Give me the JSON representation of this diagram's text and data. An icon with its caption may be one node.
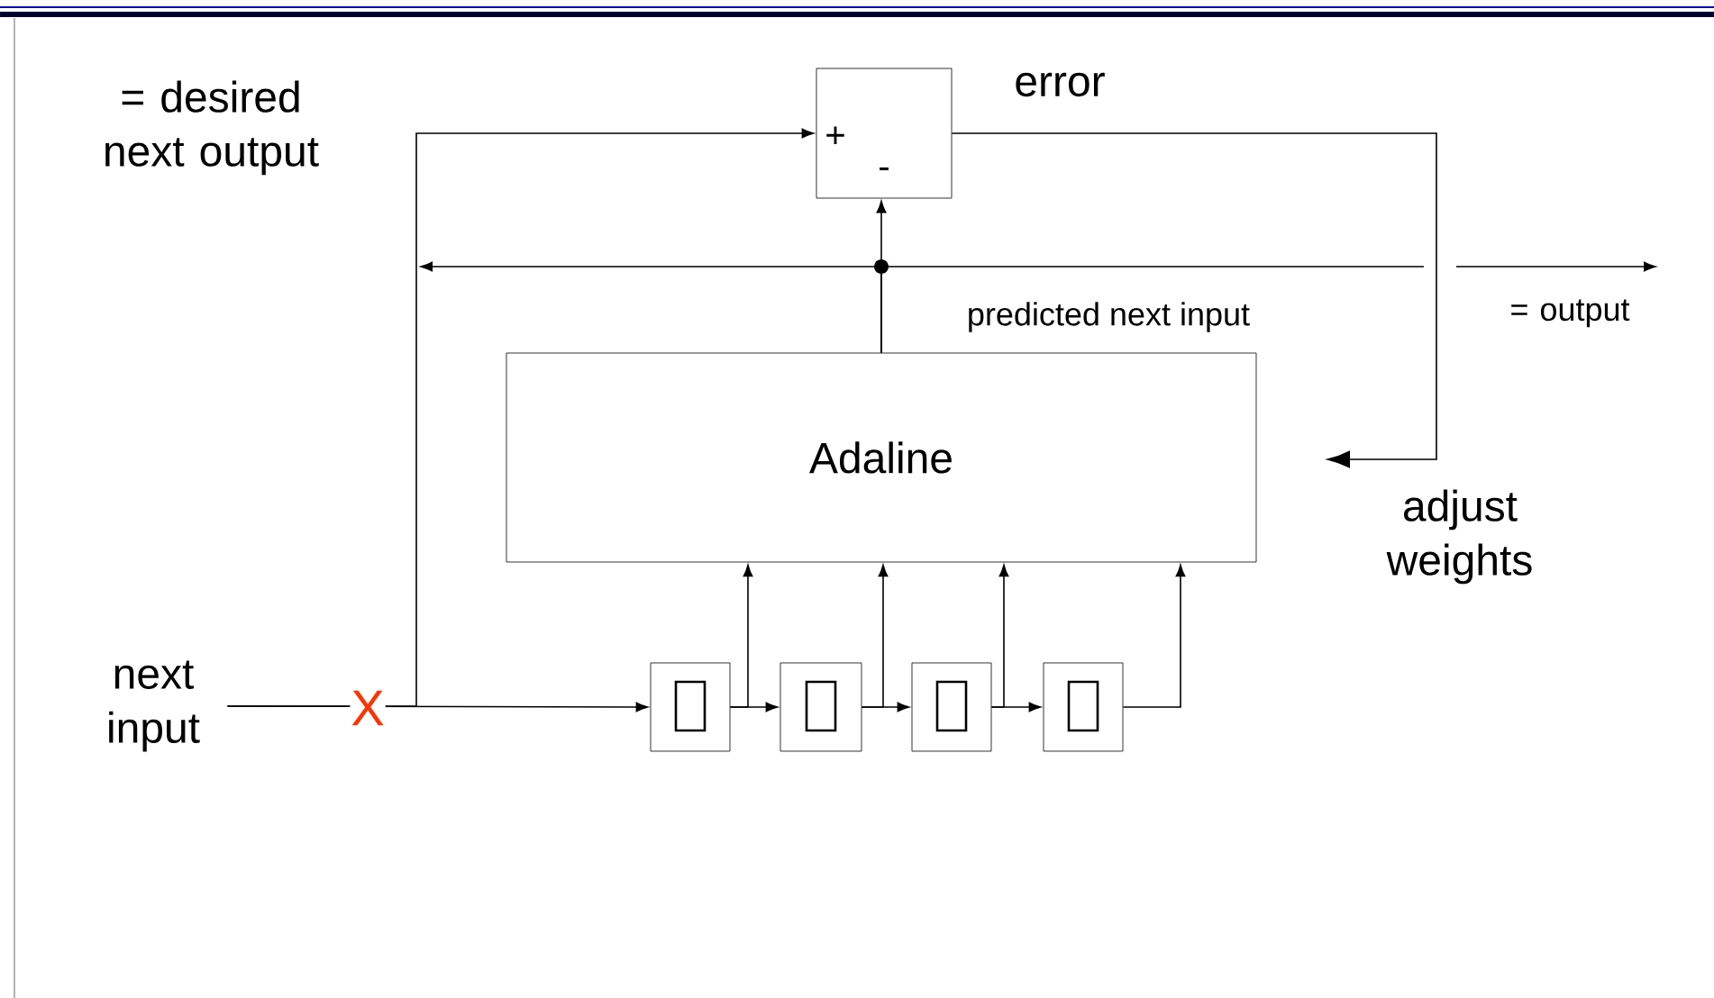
{
  "diagram": {
    "nodes": [
      {
        "text": [
          "+",
          "-"
        ]
      },
      {
        "text": [
          "Adaline"
        ]
      },
      {
        "text": [],
        "shape": "box"
      },
      {
        "text": [],
        "shape": "box"
      },
      {
        "text": [],
        "shape": "box"
      },
      {
        "text": [],
        "shape": "box"
      },
      {
        "text": [
          "next input"
        ]
      }
    ],
    "edges": [
      {
        "from": 6,
        "to": 2,
        "arrow": "to",
        "label": "X"
      },
      {
        "from": 6,
        "to": 0,
        "arrow": "to"
      },
      {
        "from": 2,
        "to": 3,
        "arrow": "to"
      },
      {
        "from": 3,
        "to": 4,
        "arrow": "to"
      },
      {
        "from": 4,
        "to": 5,
        "arrow": "to"
      },
      {
        "from": 2,
        "to": 1,
        "arrow": "to"
      },
      {
        "from": 3,
        "to": 1,
        "arrow": "to"
      },
      {
        "from": 4,
        "to": 1,
        "arrow": "to"
      },
      {
        "from": 5,
        "to": 1,
        "arrow": "to"
      },
      {
        "from": 1,
        "to": 0,
        "arrow": "to",
        "label": "predicted next input"
      },
      {
        "from": 1,
        "to": null,
        "arrow": "to"
      },
      {
        "from": 1,
        "to": null,
        "arrow": "to"
      },
      {
        "from": 0,
        "to": null,
        "arrow": "to",
        "label": "error"
      }
    ],
    "labels": [
      "= desired next output",
      "= output",
      "adjust weights"
    ]
  }
}
